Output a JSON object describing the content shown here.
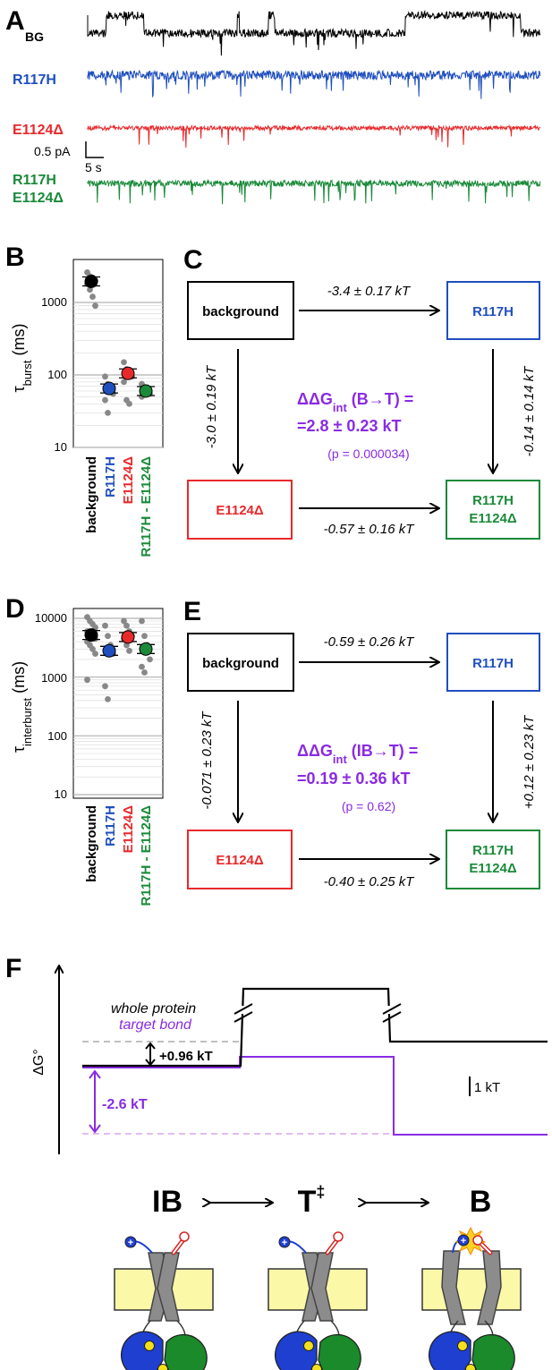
{
  "colors": {
    "background": "#000000",
    "R117H": "#1f4fbf",
    "E1124d": "#e8292b",
    "double": "#1a8a3a",
    "purple": "#8a2be2",
    "grey_points": "#888888",
    "membrane": "#fbf8a8"
  },
  "panelA": {
    "letter": "A",
    "traces": [
      {
        "label": "BG",
        "color": "#000000"
      },
      {
        "label": "R117H",
        "color": "#1f4fbf"
      },
      {
        "label": "E1124Δ",
        "color": "#e8292b"
      },
      {
        "label_line1": "R117H",
        "label_line2": "E1124Δ",
        "color": "#1a8a3a"
      }
    ],
    "scale_current": "0.5 pA",
    "scale_time": "5 s"
  },
  "panelB": {
    "letter": "B",
    "ylabel_main": "τ",
    "ylabel_sub": "burst",
    "ylabel_unit": " (ms)",
    "ticks": [
      "1000",
      "100",
      "10"
    ],
    "categories": [
      "background",
      "R117H",
      "E1124Δ",
      "R117H - E1124Δ"
    ]
  },
  "panelC": {
    "letter": "C",
    "boxes": {
      "tl": "background",
      "tr": "R117H",
      "bl": "E1124Δ",
      "br1": "R117H",
      "br2": "E1124Δ"
    },
    "top_arrow": "-3.4 ± 0.17 kT",
    "bottom_arrow": "-0.57 ± 0.16 kT",
    "left_arrow": "-3.0 ± 0.19 kT",
    "right_arrow": "-0.14 ± 0.14 kT",
    "ddg_main": "ΔΔG",
    "ddg_sub": "int",
    "ddg_rest": " (B→T) =",
    "ddg_value": "=2.8 ± 0.23 kT",
    "p_value": "(p = 0.000034)"
  },
  "panelD": {
    "letter": "D",
    "ylabel_main": "τ",
    "ylabel_sub": "interburst",
    "ylabel_unit": " (ms)",
    "ticks": [
      "10000",
      "1000",
      "100",
      "10"
    ],
    "categories": [
      "background",
      "R117H",
      "E1124Δ",
      "R117H - E1124Δ"
    ]
  },
  "panelE": {
    "letter": "E",
    "boxes": {
      "tl": "background",
      "tr": "R117H",
      "bl": "E1124Δ",
      "br1": "R117H",
      "br2": "E1124Δ"
    },
    "top_arrow": "-0.59 ± 0.26 kT",
    "bottom_arrow": "-0.40 ± 0.25 kT",
    "left_arrow": "-0.071 ± 0.23 kT",
    "right_arrow": "+0.12 ± 0.23 kT",
    "ddg_main": "ΔΔG",
    "ddg_sub": "int",
    "ddg_rest": " (IB→T) =",
    "ddg_value": "=0.19 ± 0.36 kT",
    "p_value": "(p = 0.62)"
  },
  "panelF": {
    "letter": "F",
    "yaxis": "ΔG°",
    "legend_whole": "whole protein",
    "legend_target": "target bond",
    "delta_whole": "+0.96 kT",
    "delta_target": "-2.6 kT",
    "scale": "1 kT",
    "states": [
      "IB",
      "T",
      "B"
    ],
    "state_T_sup": "‡",
    "arrow_glyph": "⟷"
  },
  "chart_data": [
    {
      "type": "scatter",
      "title": "",
      "ylabel": "τburst (ms)",
      "yscale": "log",
      "ylim": [
        10,
        4000
      ],
      "grid": true,
      "categories": [
        "background",
        "R117H",
        "E1124Δ",
        "R117H - E1124Δ"
      ],
      "means": [
        1950,
        65,
        105,
        60
      ],
      "points": [
        [
          2600,
          2300,
          2200,
          2000,
          1800,
          1500,
          1200,
          900
        ],
        [
          95,
          75,
          65,
          55,
          45,
          30
        ],
        [
          150,
          120,
          110,
          95,
          80,
          45,
          40
        ],
        [
          75,
          68,
          60,
          55,
          50
        ]
      ]
    },
    {
      "type": "scatter",
      "title": "",
      "ylabel": "τinterburst (ms)",
      "yscale": "log",
      "ylim": [
        10,
        15000
      ],
      "grid": true,
      "categories": [
        "background",
        "R117H",
        "E1124Δ",
        "R117H - E1124Δ"
      ],
      "means": [
        5200,
        2800,
        4800,
        3000
      ],
      "points": [
        [
          10500,
          9000,
          8000,
          7000,
          6000,
          5500,
          5000,
          4500,
          4000,
          3500,
          3000,
          2500,
          900
        ],
        [
          7500,
          5000,
          3500,
          2500,
          700,
          420
        ],
        [
          9000,
          7500,
          6000,
          5000,
          4500,
          3500,
          2800
        ],
        [
          9000,
          5000,
          3500,
          2000,
          1500,
          1200
        ]
      ]
    }
  ]
}
